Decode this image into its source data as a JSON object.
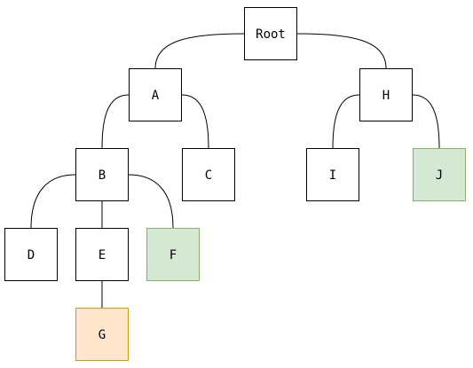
{
  "diagram": {
    "type": "tree",
    "colors": {
      "default_fill": "#ffffff",
      "default_stroke": "#000000",
      "green_fill": "#d5e8d4",
      "green_stroke": "#82b366",
      "orange_fill": "#ffe6cc",
      "orange_stroke": "#d79b00",
      "text": "#000000",
      "edge": "#000000"
    },
    "nodes": [
      {
        "id": "root",
        "label": "Root",
        "style": "default"
      },
      {
        "id": "a",
        "label": "A",
        "style": "default"
      },
      {
        "id": "h",
        "label": "H",
        "style": "default"
      },
      {
        "id": "b",
        "label": "B",
        "style": "default"
      },
      {
        "id": "c",
        "label": "C",
        "style": "default"
      },
      {
        "id": "i",
        "label": "I",
        "style": "default"
      },
      {
        "id": "j",
        "label": "J",
        "style": "green"
      },
      {
        "id": "d",
        "label": "D",
        "style": "default"
      },
      {
        "id": "e",
        "label": "E",
        "style": "default"
      },
      {
        "id": "f",
        "label": "F",
        "style": "green"
      },
      {
        "id": "g",
        "label": "G",
        "style": "orange"
      }
    ],
    "edges": [
      {
        "from": "root",
        "to": "a"
      },
      {
        "from": "root",
        "to": "h"
      },
      {
        "from": "a",
        "to": "b"
      },
      {
        "from": "a",
        "to": "c"
      },
      {
        "from": "h",
        "to": "i"
      },
      {
        "from": "h",
        "to": "j"
      },
      {
        "from": "b",
        "to": "d"
      },
      {
        "from": "b",
        "to": "e"
      },
      {
        "from": "b",
        "to": "f"
      },
      {
        "from": "e",
        "to": "g"
      }
    ]
  }
}
